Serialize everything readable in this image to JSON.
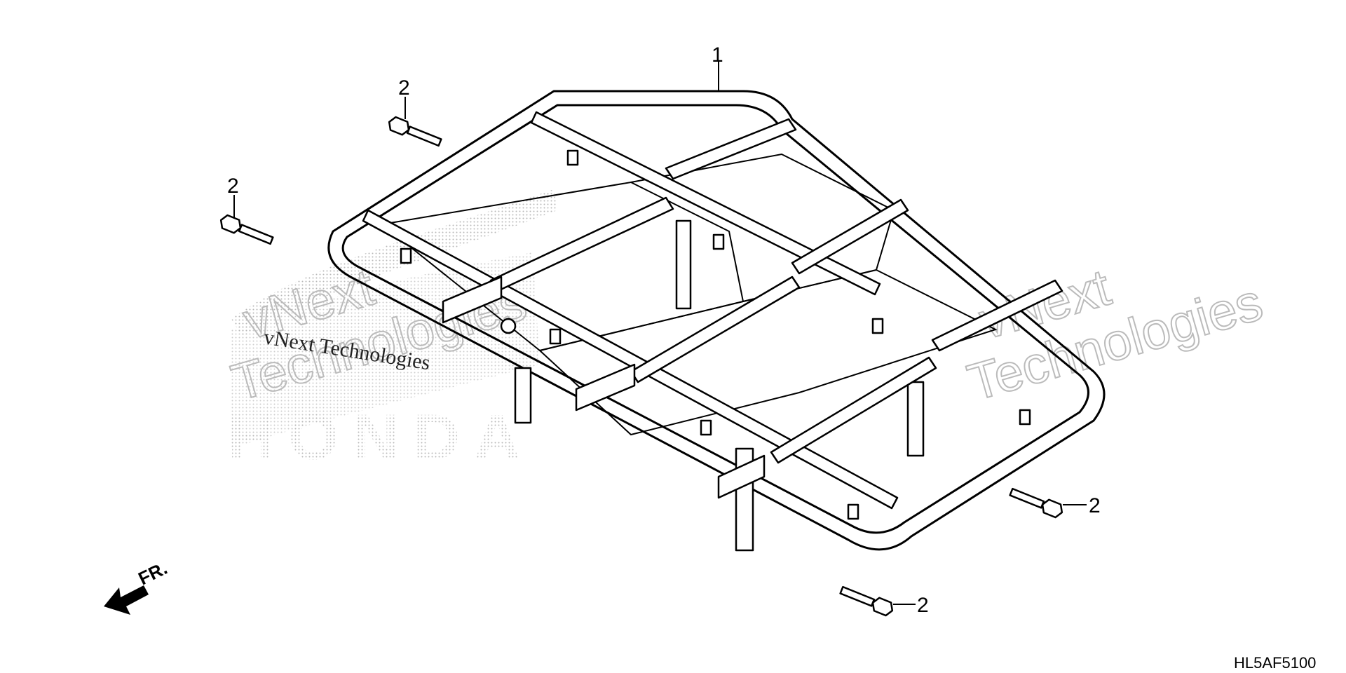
{
  "diagram": {
    "part_code": "HL5AF5100",
    "front_label": "FR.",
    "watermark": {
      "brand_name": "vNext Technologies",
      "outline_line1": "vNext",
      "outline_line2": "Technologies",
      "logo_letters": "HONDA"
    },
    "callouts": [
      {
        "id": "part-1",
        "number": "1"
      },
      {
        "id": "bolt-a",
        "number": "2"
      },
      {
        "id": "bolt-b",
        "number": "2"
      },
      {
        "id": "bolt-c",
        "number": "2"
      },
      {
        "id": "bolt-d",
        "number": "2"
      }
    ]
  }
}
